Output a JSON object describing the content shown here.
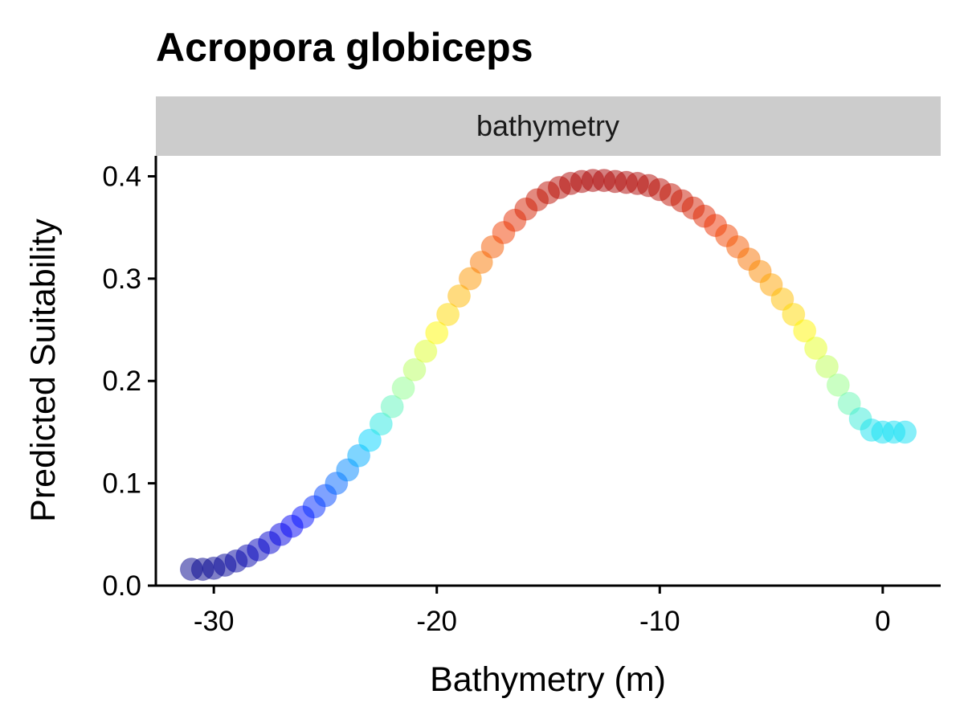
{
  "chart_data": {
    "type": "scatter",
    "title": "Acropora globiceps",
    "facet_label": "bathymetry",
    "xlabel": "Bathymetry (m)",
    "ylabel": "Predicted Suitability",
    "xlim": [
      -32.6,
      2.6
    ],
    "ylim": [
      0.0,
      0.42
    ],
    "x_ticks": [
      -30,
      -20,
      -10,
      0
    ],
    "x_tick_labels": [
      "-30",
      "-20",
      "-10",
      "0"
    ],
    "y_ticks": [
      0.0,
      0.1,
      0.2,
      0.3,
      0.4
    ],
    "y_tick_labels": [
      "0.0",
      "0.1",
      "0.2",
      "0.3",
      "0.4"
    ],
    "grid": false,
    "legend": "none",
    "point_color_scale": "jet (blue → cyan → yellow → orange → dark red) mapped to predicted suitability",
    "series": [
      {
        "x": [
          -31,
          -30.5,
          -30,
          -29.5,
          -29,
          -28.5,
          -28,
          -27.5,
          -27,
          -26.5,
          -26,
          -25.5,
          -25,
          -24.5,
          -24,
          -23.5,
          -23,
          -22.5,
          -22,
          -21.5,
          -21,
          -20.5,
          -20,
          -19.5,
          -19,
          -18.5,
          -18,
          -17.5,
          -17,
          -16.5,
          -16,
          -15.5,
          -15,
          -14.5,
          -14,
          -13.5,
          -13,
          -12.5,
          -12,
          -11.5,
          -11,
          -10.5,
          -10,
          -9.5,
          -9,
          -8.5,
          -8,
          -7.5,
          -7,
          -6.5,
          -6,
          -5.5,
          -5,
          -4.5,
          -4,
          -3.5,
          -3,
          -2.5,
          -2,
          -1.5,
          -1,
          -0.5,
          0,
          0.5,
          1
        ],
        "y": [
          0.016,
          0.016,
          0.017,
          0.02,
          0.024,
          0.029,
          0.035,
          0.042,
          0.05,
          0.058,
          0.067,
          0.077,
          0.088,
          0.1,
          0.113,
          0.127,
          0.142,
          0.158,
          0.175,
          0.193,
          0.211,
          0.229,
          0.247,
          0.265,
          0.283,
          0.3,
          0.316,
          0.331,
          0.345,
          0.357,
          0.368,
          0.377,
          0.384,
          0.389,
          0.393,
          0.395,
          0.396,
          0.396,
          0.395,
          0.394,
          0.393,
          0.391,
          0.387,
          0.382,
          0.376,
          0.369,
          0.361,
          0.352,
          0.342,
          0.331,
          0.319,
          0.307,
          0.294,
          0.28,
          0.265,
          0.249,
          0.232,
          0.214,
          0.196,
          0.178,
          0.163,
          0.152,
          0.15,
          0.15,
          0.15
        ]
      }
    ]
  }
}
